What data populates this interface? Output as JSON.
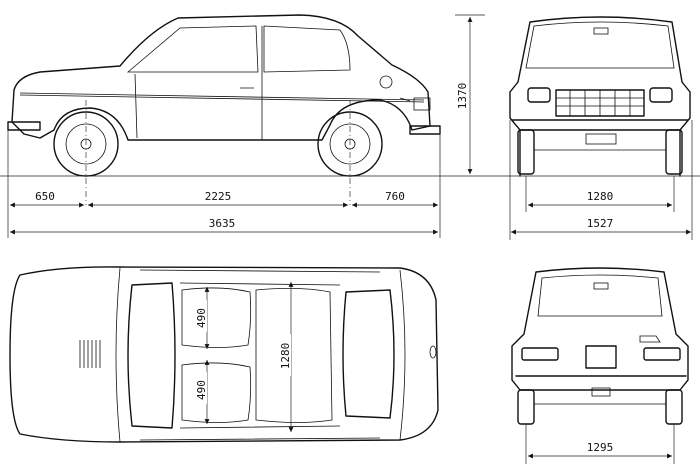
{
  "title": "Vehicle dimension blueprint",
  "views": {
    "side": {
      "front_overhang": "650",
      "wheelbase": "2225",
      "rear_overhang": "760",
      "overall_length": "3635",
      "height": "1370"
    },
    "front": {
      "front_track": "1280",
      "overall_width": "1527"
    },
    "top": {
      "front_seat_width": "490",
      "rear_seat_width": "490",
      "interior_width": "1280"
    },
    "rear": {
      "rear_track": "1295"
    }
  }
}
